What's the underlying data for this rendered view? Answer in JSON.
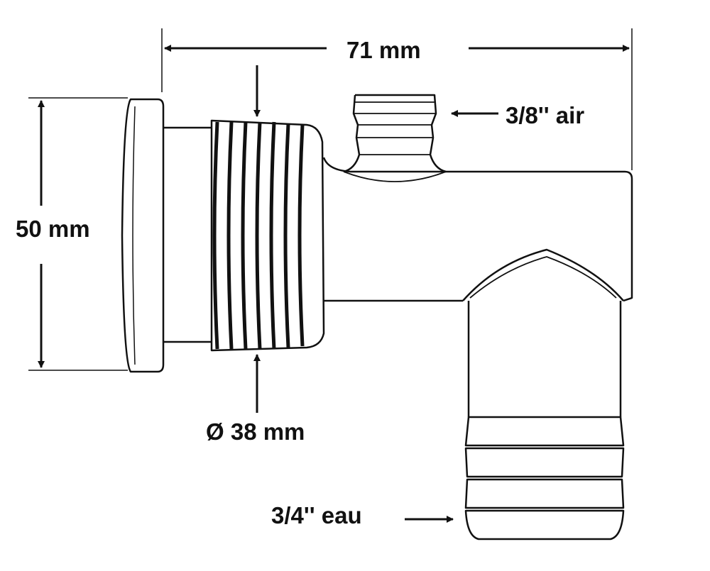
{
  "labels": {
    "width": "71 mm",
    "height": "50 mm",
    "thread_diameter": "Ø 38 mm",
    "air_port": "3/8'' air",
    "water_port": "3/4'' eau"
  }
}
